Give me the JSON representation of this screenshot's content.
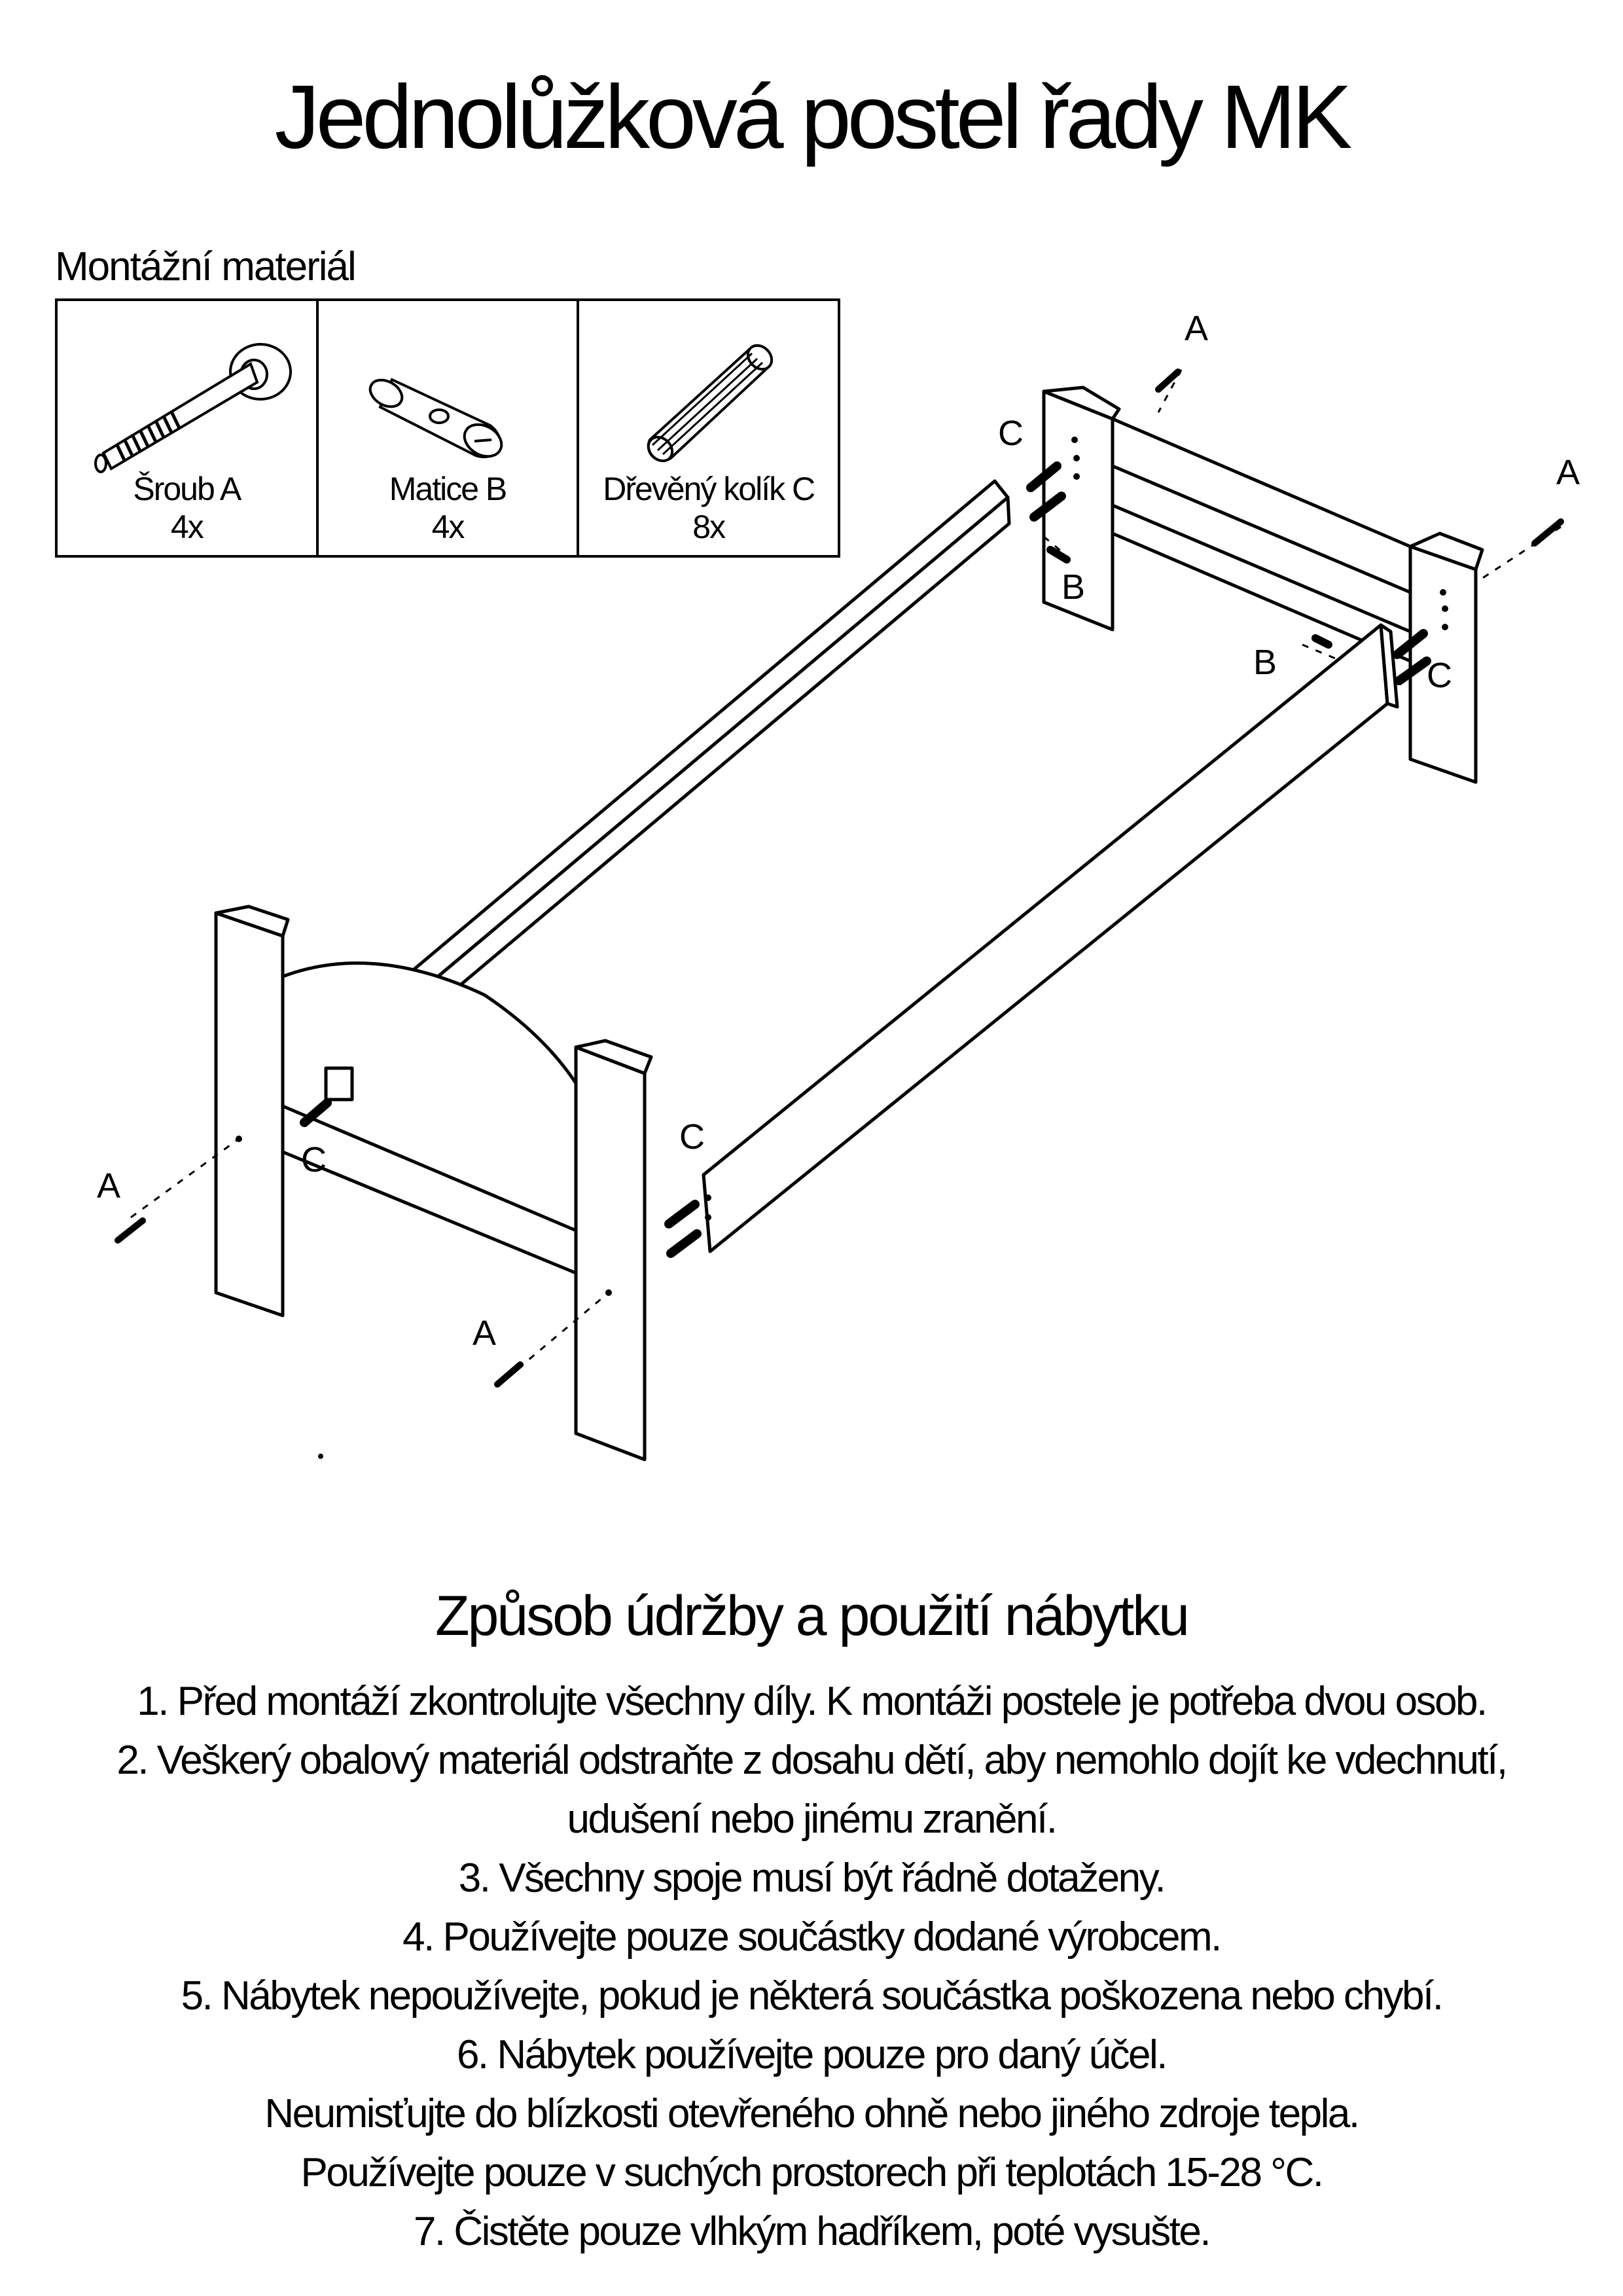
{
  "title": "Jednolůžková postel řady MK",
  "materials": {
    "label": "Montážní materiál",
    "items": [
      {
        "name": "Šroub A",
        "qty": "4x",
        "icon": "bolt-icon"
      },
      {
        "name": "Matice B",
        "qty": "4x",
        "icon": "barrel-nut-icon"
      },
      {
        "name": "Dřevěný kolík C",
        "qty": "8x",
        "icon": "wooden-dowel-icon"
      }
    ]
  },
  "diagram": {
    "labels": {
      "a": "A",
      "b": "B",
      "c": "C"
    }
  },
  "care": {
    "title": "Způsob údržby a použití nábytku",
    "lines": [
      "1. Před montáží zkontrolujte všechny díly. K montáži postele je potřeba dvou osob.",
      "2. Veškerý obalový materiál odstraňte z dosahu dětí, aby nemohlo dojít ke vdechnutí,",
      "udušení nebo jinému zranění.",
      "3. Všechny spoje musí být řádně dotaženy.",
      "4. Používejte pouze součástky dodané výrobcem.",
      "5. Nábytek nepoužívejte, pokud je některá součástka poškozena nebo chybí.",
      "6. Nábytek používejte pouze pro daný účel.",
      "Neumisťujte do blízkosti otevřeného ohně nebo jiného zdroje tepla.",
      "Používejte pouze v suchých prostorech při teplotách 15-28 °C.",
      "7. Čistěte pouze vlhkým hadříkem, poté vysušte."
    ]
  }
}
